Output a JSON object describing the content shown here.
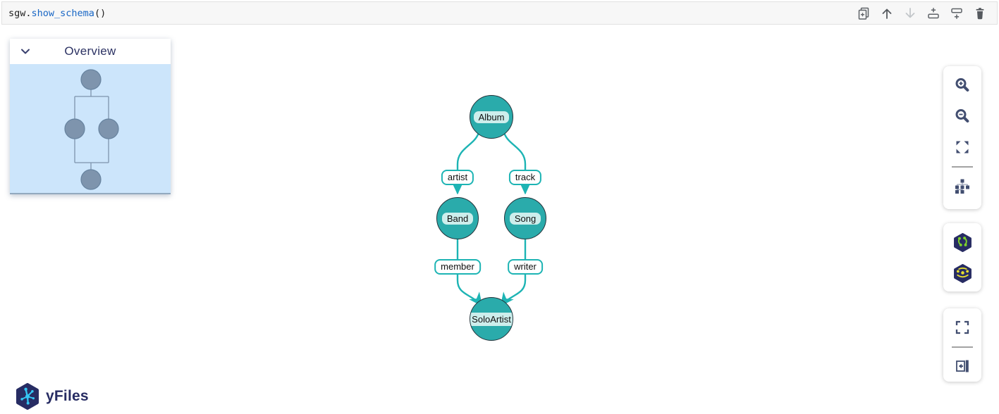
{
  "cell": {
    "code": {
      "object": "sgw",
      "dot": ".",
      "method": "show_schema",
      "parens": "()"
    },
    "actions": [
      {
        "icon": "duplicate-cell-icon"
      },
      {
        "icon": "move-cell-up-icon"
      },
      {
        "icon": "move-cell-down-icon",
        "disabled": true
      },
      {
        "icon": "insert-cell-above-icon"
      },
      {
        "icon": "insert-cell-below-icon"
      },
      {
        "icon": "delete-cell-icon"
      }
    ]
  },
  "overview": {
    "title": "Overview",
    "toggle_icon": "chevron-down-icon",
    "minimap": {
      "node_count": 4,
      "background": "#cce5fb",
      "node_color": "#7e94ad"
    }
  },
  "graph": {
    "nodes": [
      {
        "label": "Album"
      },
      {
        "label": "Band"
      },
      {
        "label": "Song"
      },
      {
        "label": "SoloArtist"
      }
    ],
    "edges": [
      {
        "label": "artist",
        "from": "Album",
        "to": "Band"
      },
      {
        "label": "track",
        "from": "Album",
        "to": "Song"
      },
      {
        "label": "member",
        "from": "Band",
        "to": "SoloArtist"
      },
      {
        "label": "writer",
        "from": "Song",
        "to": "SoloArtist"
      }
    ],
    "colors": {
      "node_fill": "#2aabab",
      "node_label_bg": "#cdeeec",
      "edge": "#1db4b4"
    }
  },
  "sidebar_tools": {
    "icon_color": "#424e70",
    "groups": [
      {
        "buttons": [
          "zoom-in-icon",
          "zoom-out-icon",
          "fit-content-icon",
          "hierarchic-layout-icon"
        ]
      },
      {
        "buttons": [
          "organic-layout-icon",
          "circular-layout-icon"
        ]
      },
      {
        "buttons": [
          "fullscreen-icon",
          "exit-sidebar-icon"
        ]
      }
    ]
  },
  "branding": {
    "logo_icon": "yfiles-logo",
    "text": "yFiles",
    "navy": "#272c63",
    "cyan": "#35c6f4"
  }
}
